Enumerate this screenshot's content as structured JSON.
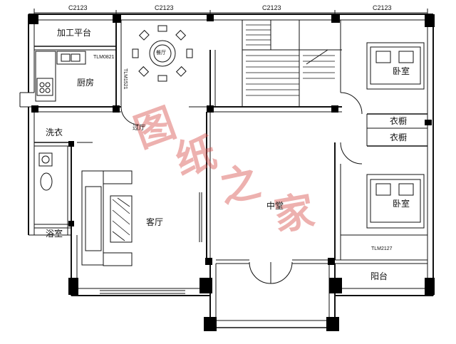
{
  "window_dims": {
    "top": [
      "C2123",
      "C2123",
      "C2123",
      "C2123"
    ]
  },
  "rooms": {
    "processing_platform": "加工平台",
    "kitchen": "厨房",
    "dining": "餐厅",
    "laundry": "洗衣",
    "corridor": "过厅",
    "living": "客厅",
    "bathroom": "浴室",
    "hall": "中堂",
    "bedroom_upper": "卧室",
    "bedroom_lower": "卧室",
    "wardrobe_1": "衣橱",
    "wardrobe_2": "衣橱",
    "balcony": "阳台"
  },
  "door_codes": {
    "kitchen_door": "TLM0821",
    "dining_door": "TLM1521",
    "bedroom_door": "TLM2127"
  },
  "watermark": [
    "图",
    "纸",
    "之",
    "家"
  ],
  "colors": {
    "wall": "#111111",
    "column": "#000000",
    "watermark": "#d9534f"
  }
}
